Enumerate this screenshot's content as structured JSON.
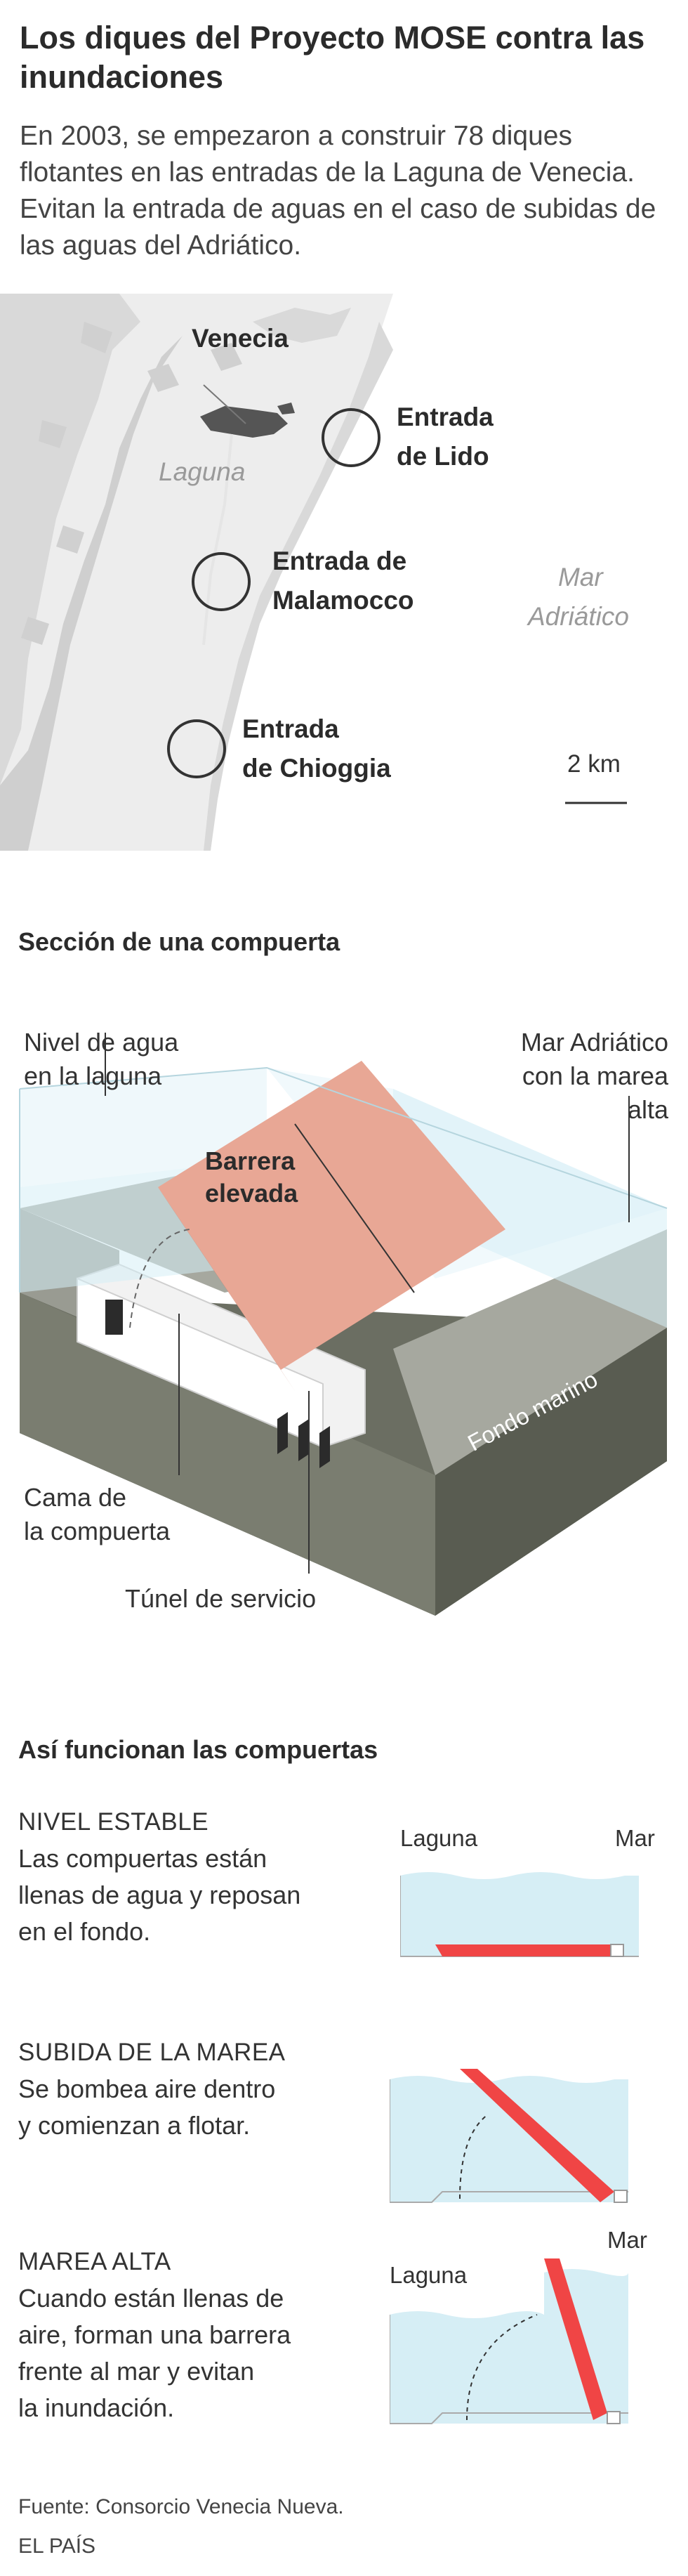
{
  "header": {
    "title": "Los diques del Proyecto MOSE contra las inundaciones",
    "intro": "En 2003, se empezaron a construir 78 diques flotantes  en las entradas de la Laguna de Venecia. Evitan la entrada de aguas en el caso de subidas de las aguas del Adriático."
  },
  "map": {
    "city": "Venecia",
    "lagoon": "Laguna",
    "sea_line1": "Mar",
    "sea_line2": "Adriático",
    "entrances": [
      {
        "line1": "Entrada",
        "line2": "de Lido"
      },
      {
        "line1": "Entrada de",
        "line2": "Malamocco"
      },
      {
        "line1": "Entrada",
        "line2": "de Chioggia"
      }
    ],
    "scale": "2 km"
  },
  "section": {
    "title": "Sección de una compuerta",
    "water_level_line1": "Nivel de agua",
    "water_level_line2": "en la laguna",
    "sea_line1": "Mar Adriático",
    "sea_line2": "con la marea",
    "sea_line3": "alta",
    "barrier_line1": "Barrera",
    "barrier_line2": "elevada",
    "seabed": "Fondo marino",
    "bed_line1": "Cama de",
    "bed_line2": "la compuerta",
    "tunnel": "Túnel de servicio"
  },
  "how": {
    "title": "Así funcionan las compuertas",
    "steps": [
      {
        "title": "NIVEL ESTABLE",
        "body": [
          "Las compuertas están",
          "llenas de agua y reposan",
          "en el fondo."
        ],
        "left_label": "Laguna",
        "right_label": "Mar"
      },
      {
        "title": "SUBIDA DE LA MAREA",
        "body": [
          "Se bombea aire dentro",
          "y comienzan a flotar."
        ]
      },
      {
        "title": "MAREA ALTA",
        "body": [
          "Cuando están llenas de",
          "aire, forman una barrera",
          "frente al mar y evitan",
          "la inundación."
        ],
        "left_label": "Laguna",
        "right_label": "Mar"
      }
    ]
  },
  "footer": {
    "source": "Fuente: Consorcio Venecia Nueva.",
    "publisher": "EL PAÍS"
  },
  "colors": {
    "water": "#d6eef5",
    "barrier": "#e8a795",
    "gate_red": "#f04545",
    "ground": "#6b6e62",
    "map_land": "#d9d9d9"
  }
}
